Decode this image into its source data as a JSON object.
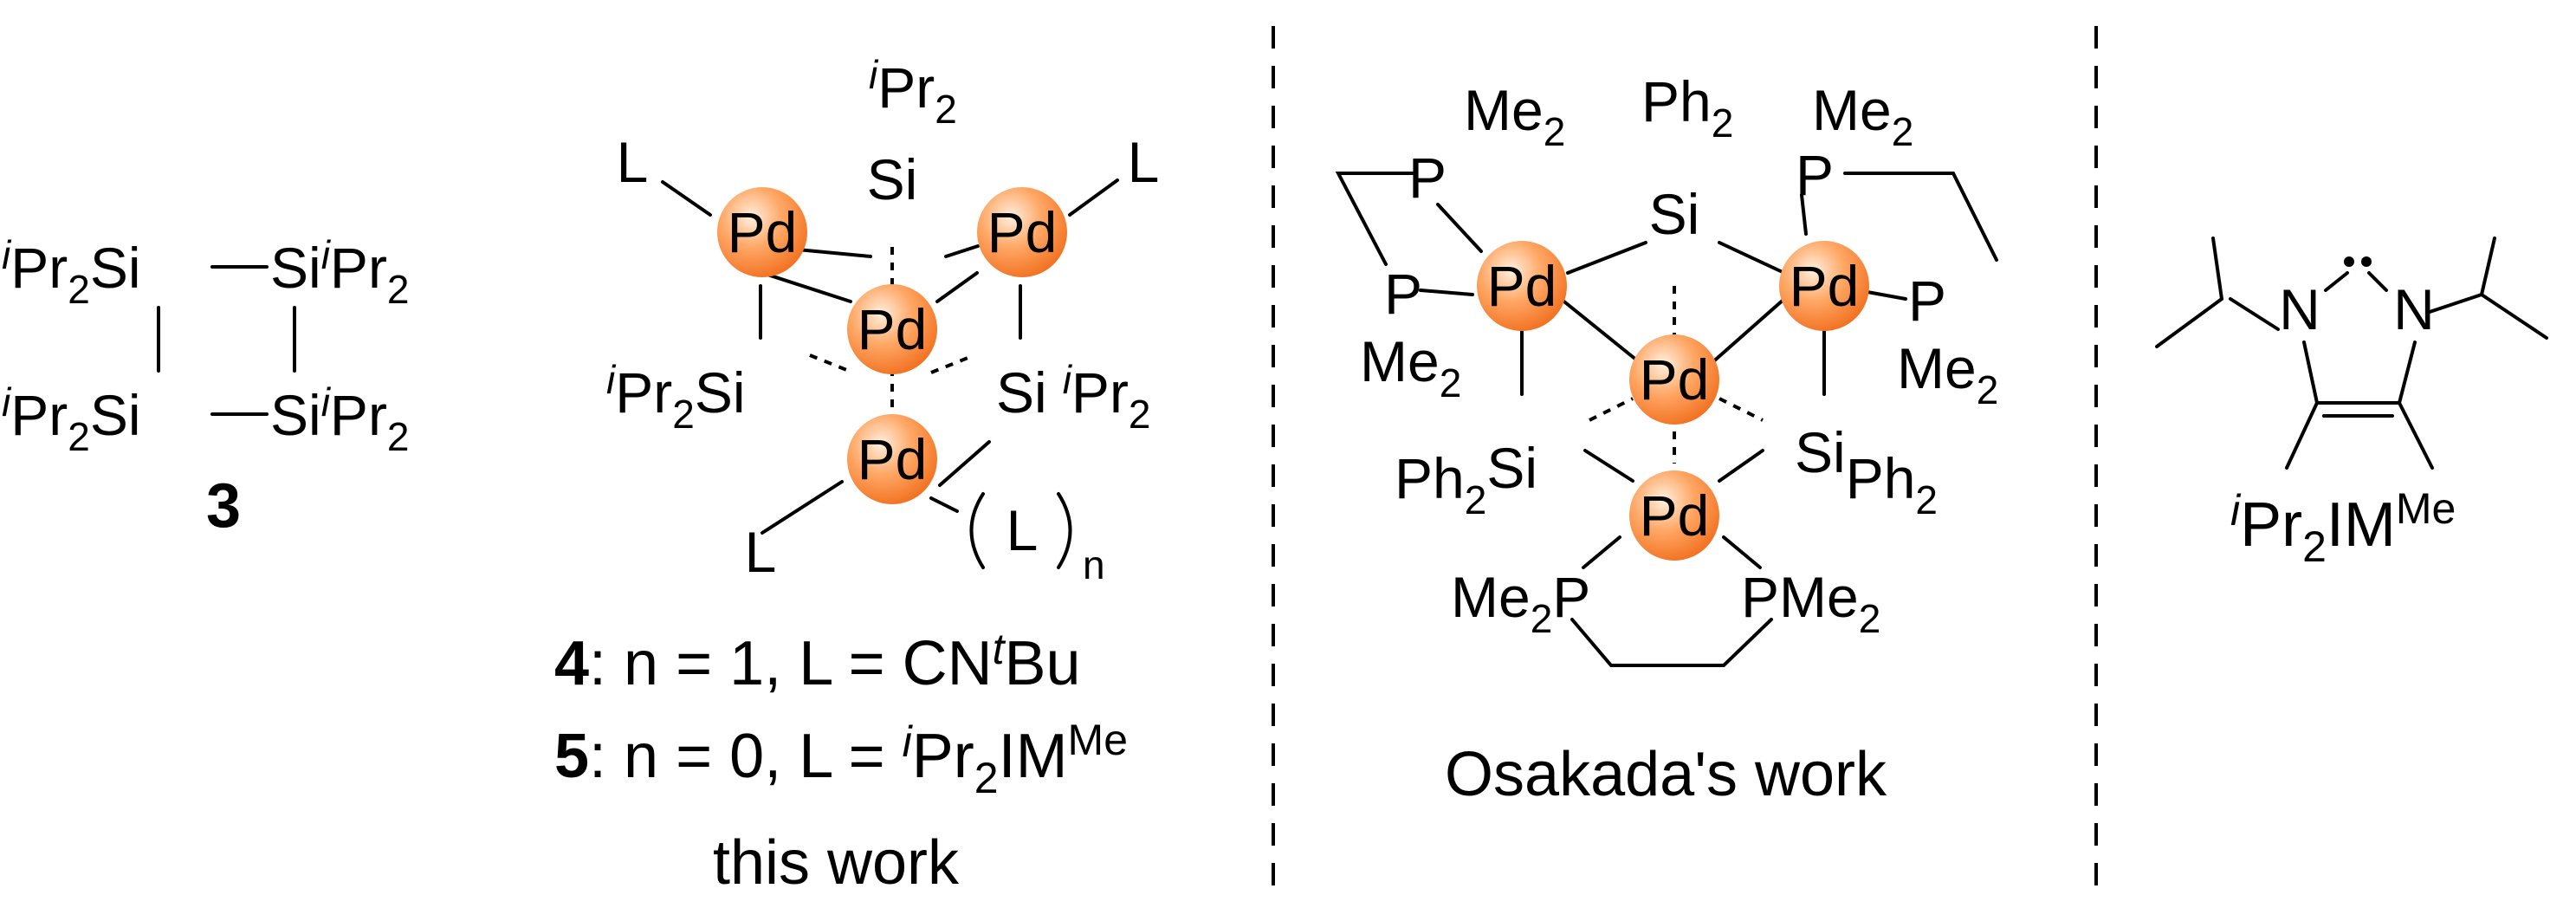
{
  "colors": {
    "pd_sphere_light": "#fff0e0",
    "pd_sphere_mid": "#ffa866",
    "pd_sphere_dark": "#f06a18"
  },
  "labels": {
    "pd": "Pd",
    "si": "Si",
    "p": "P",
    "n": "N",
    "l": "L",
    "ipr_i": "i",
    "ipr_pr": "Pr",
    "sub2": "2",
    "me2": "Me",
    "ph2": "Ph",
    "pme2": "PMe",
    "n_sub": "n",
    "im": "IM",
    "me_sup": "Me"
  },
  "compound3": {
    "number": "3"
  },
  "compound4": {
    "number": "4",
    "desc_a": ": n = 1, L = CN",
    "desc_t": "t",
    "desc_bu": "Bu"
  },
  "compound5": {
    "number": "5",
    "desc_a": ": n = 0, L = "
  },
  "captions": {
    "this_work": "this work",
    "osakada": "Osakada's work"
  }
}
